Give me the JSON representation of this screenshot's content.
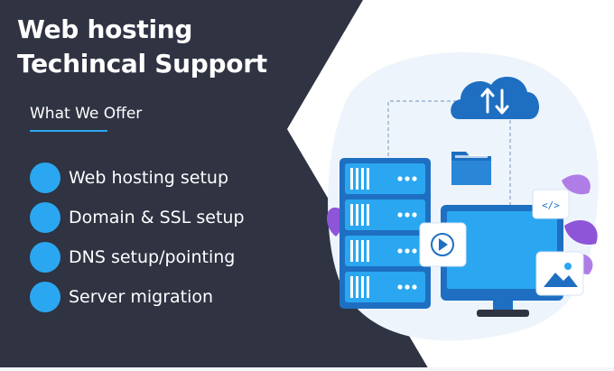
{
  "header": {
    "title_line1": "Web hosting",
    "title_line2": "Techincal Support"
  },
  "offer": {
    "heading": "What We Offer",
    "items": [
      {
        "label": "Web hosting setup"
      },
      {
        "label": "Domain & SSL setup"
      },
      {
        "label": "DNS setup/pointing"
      },
      {
        "label": "Server migration"
      }
    ]
  },
  "illustration": {
    "code_badge": "</>",
    "icons": [
      "cloud-sync-icon",
      "folder-icon",
      "server-rack-icon",
      "monitor-icon",
      "play-icon",
      "image-icon",
      "code-icon"
    ]
  },
  "colors": {
    "panel": "#2f3342",
    "accent": "#2aa7f0",
    "blue_dark": "#1e6fc1",
    "purple": "#8e55d8"
  }
}
